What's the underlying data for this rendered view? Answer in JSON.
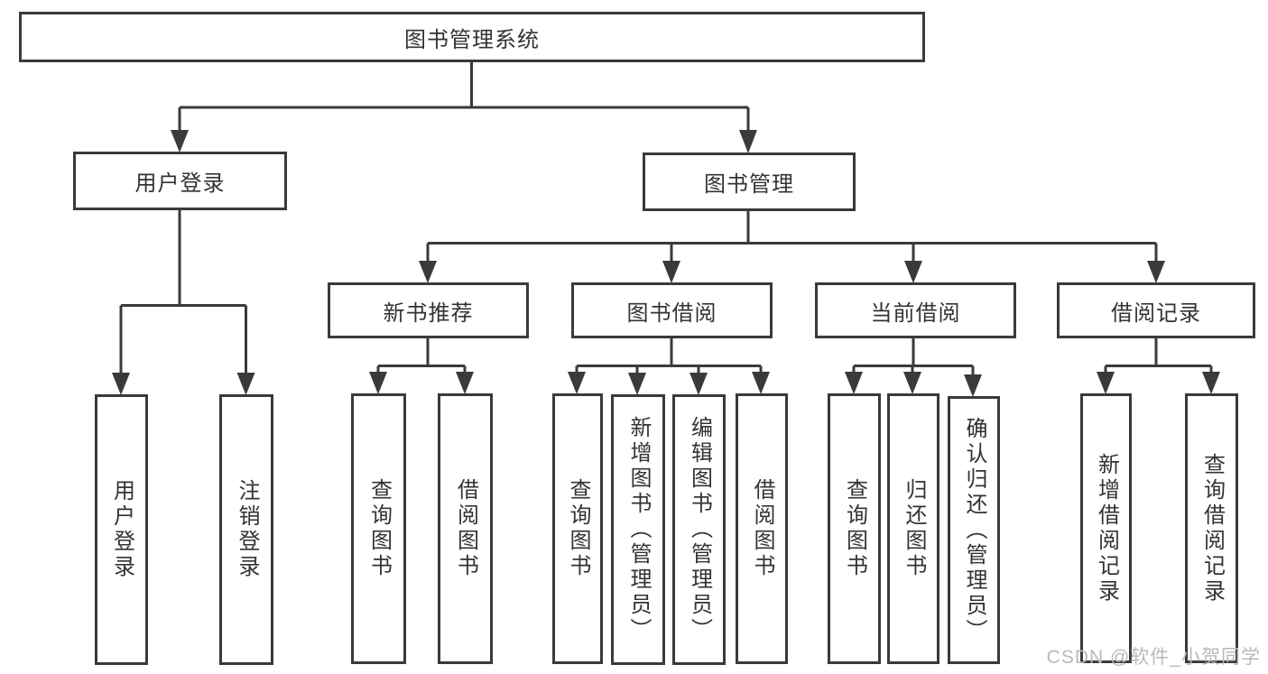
{
  "diagram": {
    "root": {
      "label": "图书管理系统"
    },
    "level2": {
      "user_login": "用户登录",
      "book_management": "图书管理"
    },
    "level3": {
      "new_book_recommend": "新书推荐",
      "book_borrow": "图书借阅",
      "current_borrow": "当前借阅",
      "borrow_records": "借阅记录"
    },
    "leaves": {
      "user_login": [
        "用户登录",
        "注销登录"
      ],
      "new_book_recommend": [
        "查询图书",
        "借阅图书"
      ],
      "book_borrow": [
        "查询图书",
        "新增图书（管理员）",
        "编辑图书（管理员）",
        "借阅图书"
      ],
      "current_borrow": [
        "查询图书",
        "归还图书",
        "确认归还（管理员）"
      ],
      "borrow_records": [
        "新增借阅记录",
        "查询借阅记录"
      ]
    },
    "watermark": "CSDN @软件_小贺同学",
    "colors": {
      "line": "#3a3a3a",
      "text": "#333333",
      "background": "#ffffff",
      "watermark": "#b9b9be"
    }
  }
}
